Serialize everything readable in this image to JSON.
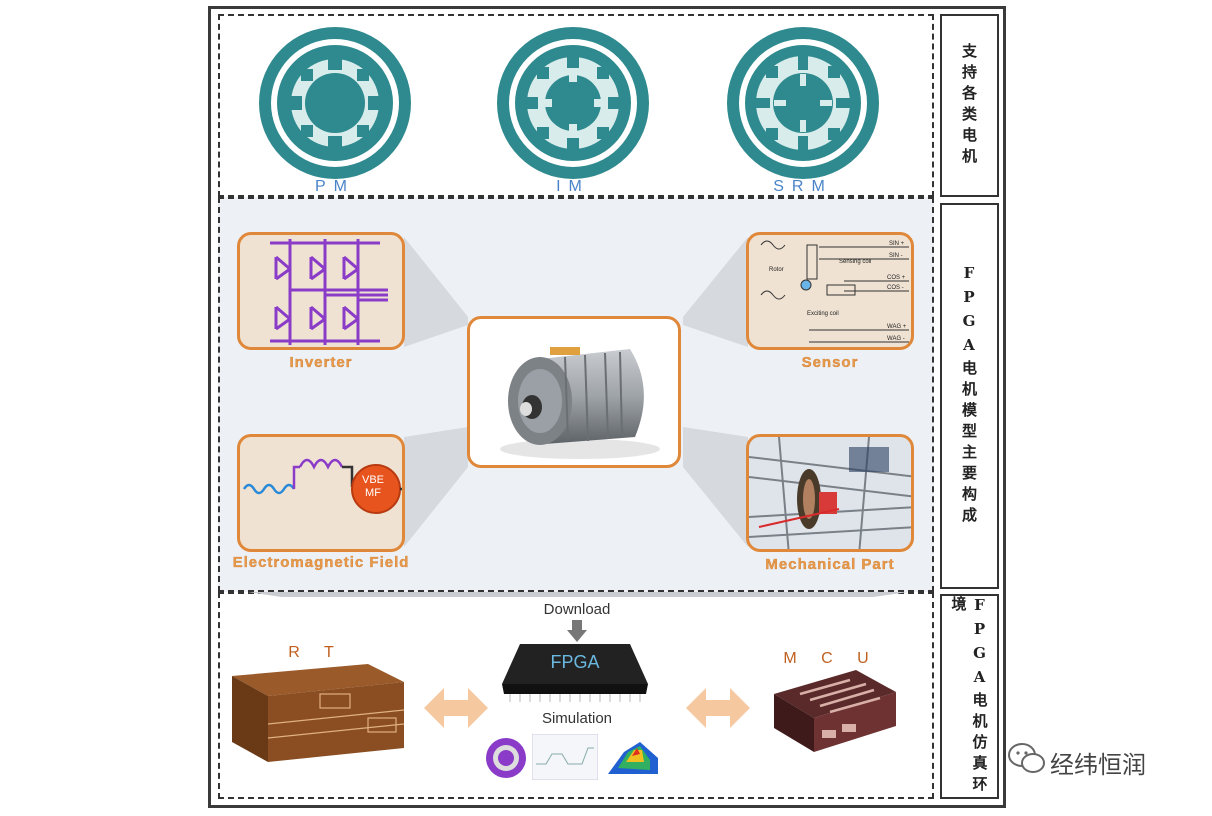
{
  "motors": [
    {
      "label": "PM"
    },
    {
      "label": "IM"
    },
    {
      "label": "SRM"
    }
  ],
  "side_labels": {
    "motors": "支持各类电机",
    "model": "FPGA电机模型主要构成",
    "sim": "FPGA电机仿真环境"
  },
  "components": {
    "inverter": "Inverter",
    "sensor": "Sensor",
    "em_field": "Electromagnetic Field",
    "mechanical": "Mechanical Part",
    "vbemf": "VBE MF"
  },
  "sensor_texts": {
    "rotor": "Rotor",
    "sensing_coil": "Sensing coil",
    "exciting_coil": "Exciting coil",
    "sin_plus": "SIN +",
    "sin_minus": "SIN -",
    "cos_plus": "COS +",
    "cos_minus": "COS -",
    "wag_plus": "WAG +",
    "wag_minus": "WAG -"
  },
  "bottom": {
    "download": "Download",
    "fpga": "FPGA",
    "simulation": "Simulation",
    "rt": "R T",
    "mcu": "M C U"
  },
  "watermark": "经纬恒润",
  "colors": {
    "teal": "#2e8a8e",
    "orange": "#e0883a",
    "purple": "#8a3cc8"
  }
}
